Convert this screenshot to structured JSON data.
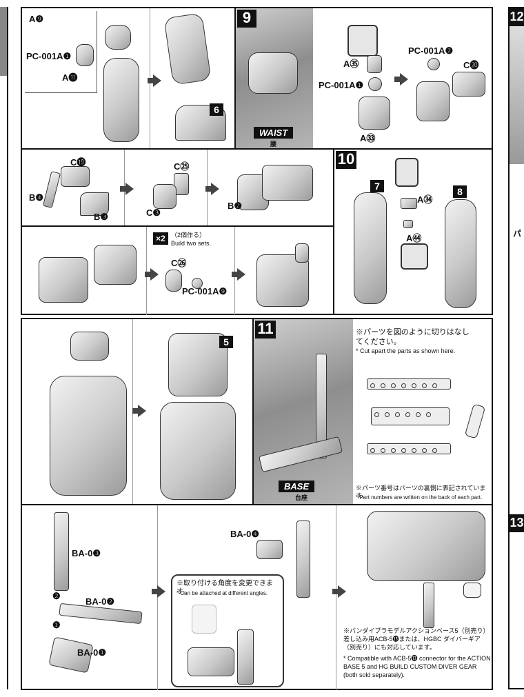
{
  "steps": {
    "s9": "9",
    "s10": "10",
    "s11": "11",
    "s12": "12",
    "s13": "13"
  },
  "panel_top": {
    "a9": "A❾",
    "pc001a1": "PC-001A❶",
    "a11": "A⓫",
    "box6": "6"
  },
  "step9": {
    "waist_label": "WAIST",
    "waist_jp": "腰",
    "a35": "A㉟",
    "pc001a1": "PC-001A❶",
    "a33": "A㉝",
    "pc001a2": "PC-001A❷",
    "c20": "C⓴"
  },
  "row2": {
    "c19": "C⓳",
    "b4": "B❹",
    "b3": "B❸",
    "c25": "C㉕",
    "c3": "C❸",
    "b2": "B❷"
  },
  "row3": {
    "x2": "×2",
    "build_jp": "（2個作る）",
    "build_en": "Build two sets.",
    "c26": "C㉖",
    "pc001a9": "PC-001A❾"
  },
  "step10": {
    "box7": "7",
    "box8": "8",
    "a34": "A㉞",
    "a44": "A㊹"
  },
  "row4": {
    "box5": "5"
  },
  "step11": {
    "base_label": "BASE",
    "base_jp": "台座",
    "note1_jp": "※パーツを図のように切りはなしてください。",
    "note1_en": "* Cut apart the parts as shown here.",
    "note2_jp": "※パーツ番号はパーツの裏側に表記されています。",
    "note2_en": "* Part numbers are written on the back of each part."
  },
  "bottom": {
    "ba03": "BA-0❸",
    "ba02": "BA-0❷",
    "ba01": "BA-0❶",
    "n2": "❷",
    "n1": "❶",
    "ba04": "BA-0❹",
    "angle_jp": "※取り付ける角度を変更できます。",
    "angle_en": "* Can be attached at different angles.",
    "compat_jp": "※バンダイプラモデルアクションベース5（別売り）差し込み用ACB-5⓭または、HGBC ダイバーギア（別売り）にも対応しています。",
    "compat_en": "* Compatible with ACB-5⓭ connector for the ACTION BASE 5 and HG BUILD CUSTOM DIVER GEAR (both sold separately)."
  },
  "right_strip": {
    "jp_fragment": "パ"
  }
}
